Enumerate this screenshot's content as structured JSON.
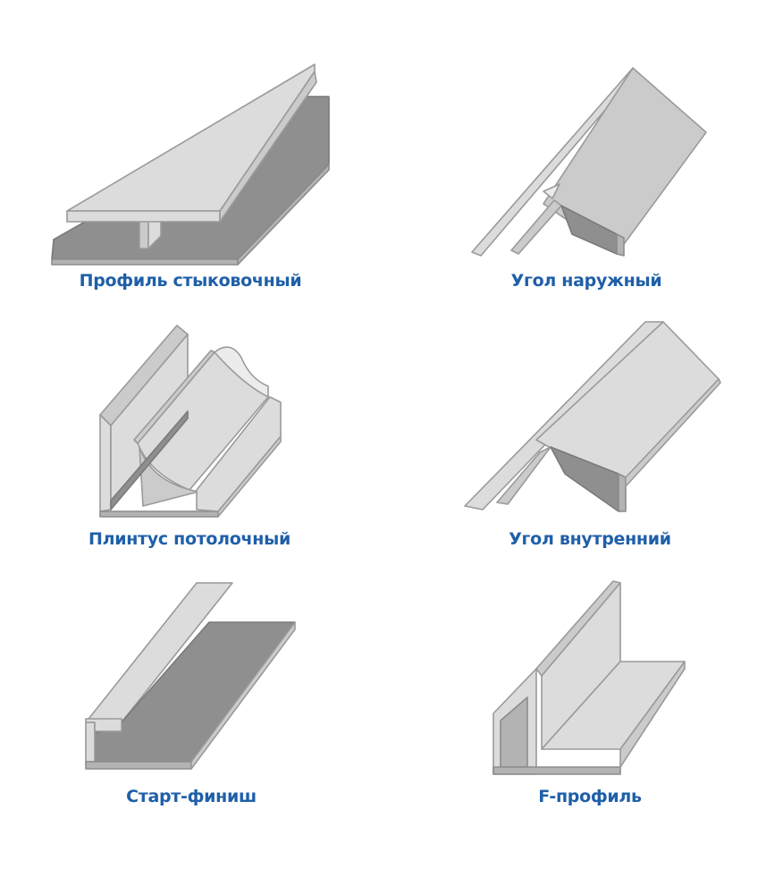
{
  "colors": {
    "caption": "#1f5fa8",
    "profile_light": "#dcdcdc",
    "profile_mid": "#cbcbcb",
    "profile_shadow": "#b3b3b3",
    "profile_dark": "#8f8f8f",
    "outline": "#9a9a9a"
  },
  "profiles": [
    {
      "id": "joint",
      "label": "Профиль стыковочный",
      "icon": "h-joint-profile"
    },
    {
      "id": "outer-corner",
      "label": "Угол наружный",
      "icon": "outer-corner-profile"
    },
    {
      "id": "ceiling-plinth",
      "label": "Плинтус потолочный",
      "icon": "ceiling-plinth-profile"
    },
    {
      "id": "inner-corner",
      "label": "Угол внутренний",
      "icon": "inner-corner-profile"
    },
    {
      "id": "start-finish",
      "label": "Старт-финиш",
      "icon": "start-finish-profile"
    },
    {
      "id": "f-profile",
      "label": "F-профиль",
      "icon": "f-profile"
    }
  ]
}
